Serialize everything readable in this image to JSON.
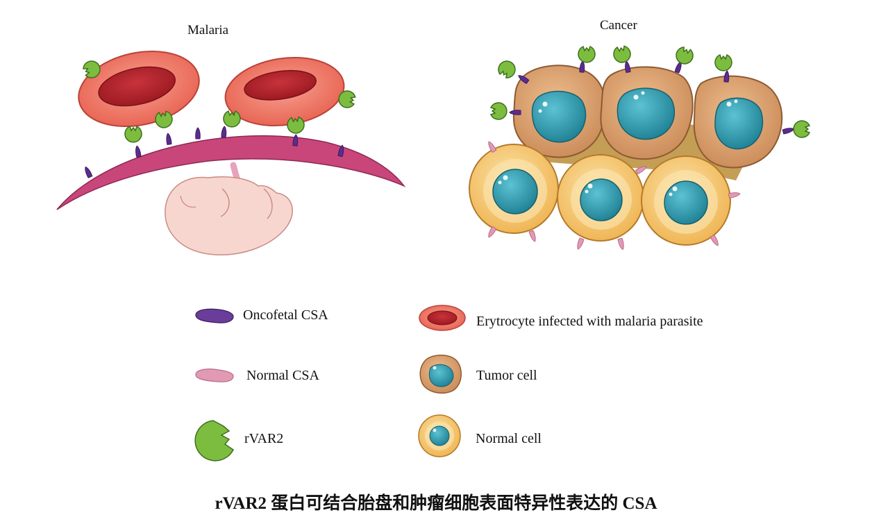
{
  "panels": {
    "malaria_title": "Malaria",
    "cancer_title": "Cancer"
  },
  "legend": {
    "items": [
      {
        "label": "Oncofetal CSA",
        "icon": "oncofetal-csa-icon"
      },
      {
        "label": "Normal CSA",
        "icon": "normal-csa-icon"
      },
      {
        "label": "rVAR2",
        "icon": "rvar2-icon"
      },
      {
        "label": "Erytrocyte infected with malaria parasite",
        "icon": "infected-erythrocyte-icon"
      },
      {
        "label": "Tumor cell",
        "icon": "tumor-cell-icon"
      },
      {
        "label": "Normal cell",
        "icon": "normal-cell-icon"
      }
    ]
  },
  "caption": "rVAR2 蛋白可结合胎盘和肿瘤细胞表面特异性表达的 CSA",
  "colors": {
    "oncofetal_csa": "#6a3d9a",
    "normal_csa": "#e29ab4",
    "rvar2": "#7cbd3f",
    "erythrocyte_outer": "#ee6f5f",
    "erythrocyte_inner": "#b8262f",
    "placenta": "#c9467a",
    "tumor_cell": "#d9a273",
    "normal_cell": "#f4c46c",
    "nucleus": "#2a9bb0"
  }
}
